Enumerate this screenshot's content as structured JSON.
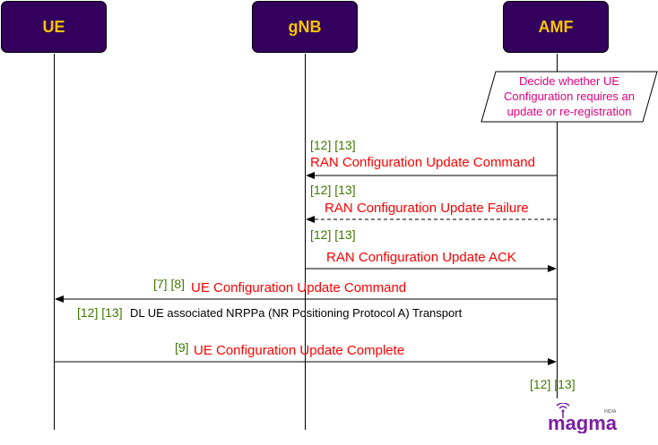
{
  "actors": {
    "ue": "UE",
    "gnb": "gNB",
    "amf": "AMF"
  },
  "note": {
    "line1": "Decide whether UE",
    "line2": "Configuration requires an",
    "line3": "update or re-registration"
  },
  "messages": [
    {
      "ref": "[12] [13]",
      "label": "RAN Configuration Update Command",
      "style": "solid"
    },
    {
      "ref": "[12] [13]",
      "label": "RAN Configuration Update Failure",
      "style": "dashed"
    },
    {
      "ref": "[12] [13]",
      "label": "RAN Configuration Update ACK",
      "style": "solid"
    },
    {
      "ref": "[7] [8]",
      "label": "UE Configuration Update Command",
      "style": "solid"
    },
    {
      "ref": "[12] [13]",
      "label": "DL UE associated NRPPa (NR Positioning Protocol A) Transport",
      "style": "none"
    },
    {
      "ref": "[9]",
      "label": "UE Configuration Update Complete",
      "style": "solid"
    }
  ],
  "footer_ref": "[12] [13]",
  "logo": {
    "text": "magma",
    "subtext": "INDIA"
  },
  "colors": {
    "actor_fill": "#33005e",
    "actor_text": "#f5c400",
    "message_text": "#ff0000",
    "reference_text": "#3d7a00",
    "note_text": "#e6007e",
    "logo": "#7b1fa2"
  }
}
